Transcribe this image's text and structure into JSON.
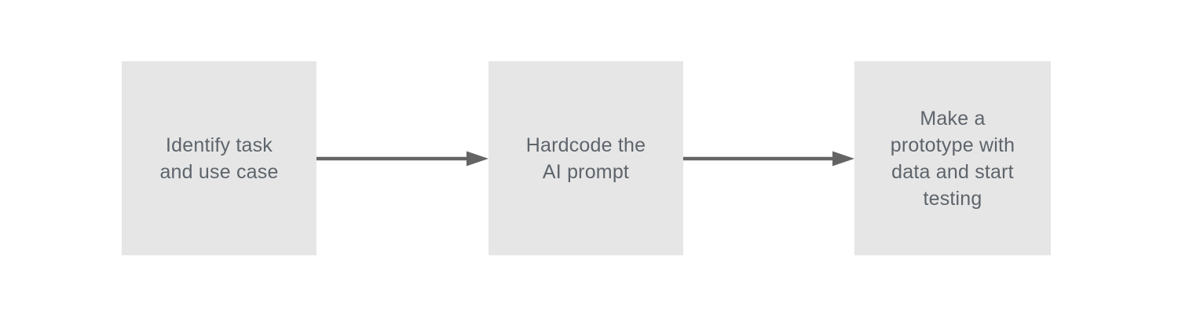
{
  "diagram": {
    "type": "flowchart",
    "direction": "left-to-right",
    "background_color": "#ffffff",
    "node_fill_color": "#e6e6e6",
    "node_text_color": "#5e646b",
    "arrow_color": "#646464",
    "nodes": [
      {
        "id": "step-1",
        "label": "Identify task\nand use case"
      },
      {
        "id": "step-2",
        "label": "Hardcode the\nAI prompt"
      },
      {
        "id": "step-3",
        "label": "Make a\nprototype with\ndata and start\ntesting"
      }
    ],
    "connectors": [
      {
        "from": "step-1",
        "to": "step-2",
        "style": "solid",
        "head": "filled-triangle"
      },
      {
        "from": "step-2",
        "to": "step-3",
        "style": "solid",
        "head": "filled-triangle"
      }
    ]
  }
}
